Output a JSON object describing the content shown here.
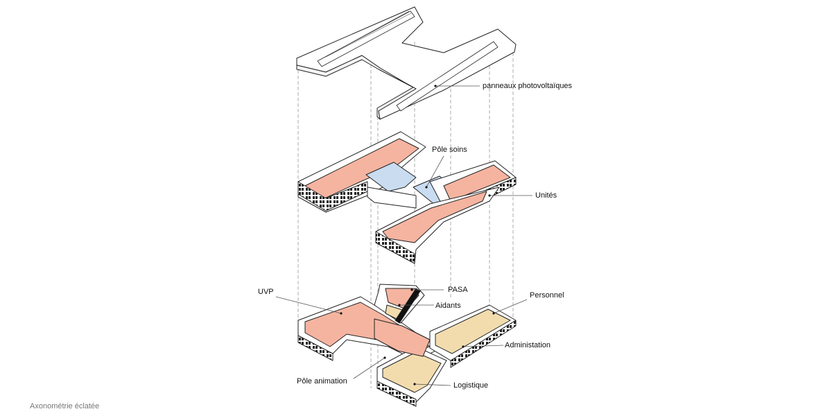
{
  "colors": {
    "residential": "#f5b4a0",
    "care": "#c9dcf0",
    "services": "#f2dcae",
    "line": "#222222",
    "guide": "#888888"
  },
  "labels": {
    "panneaux": "panneaux photovoltaïques",
    "pole_soins": "Pôle soins",
    "unites": "Unités",
    "uvp": "UVP",
    "pasa": "PASA",
    "aidants": "Aidants",
    "personnel": "Personnel",
    "administation": "Administation",
    "pole_animation": "Pôle animation",
    "logistique": "Logistique"
  },
  "caption": "Axonométrie éclatée"
}
